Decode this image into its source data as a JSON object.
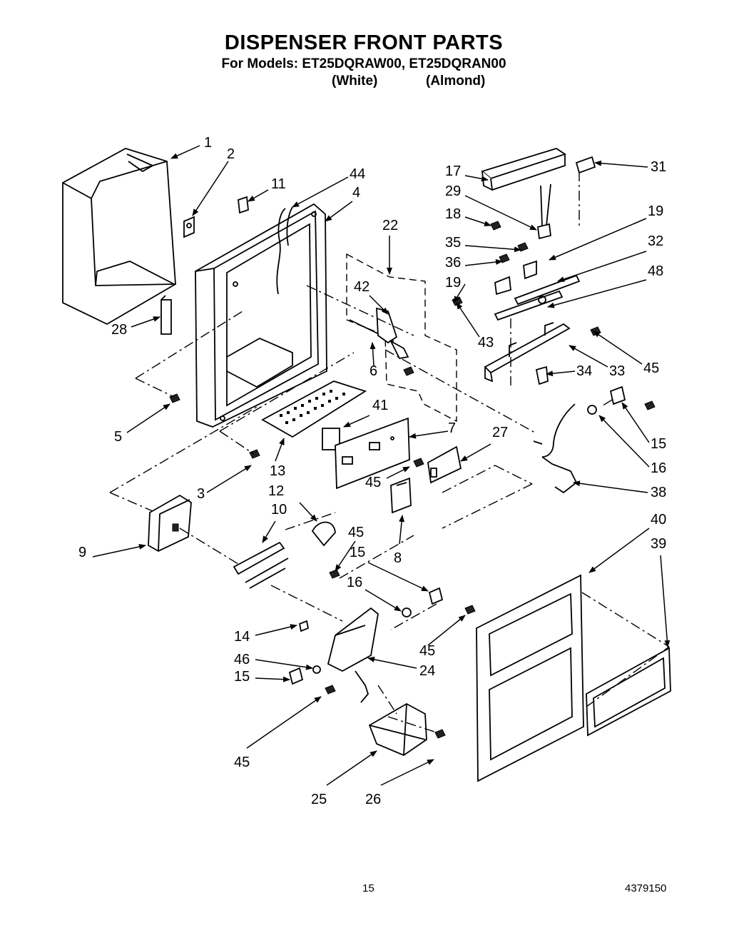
{
  "header": {
    "title": "DISPENSER FRONT PARTS",
    "models_line": "For Models: ET25DQRAW00, ET25DQRAN00",
    "variant_white": "(White)",
    "variant_almond": "(Almond)"
  },
  "callouts": [
    "1",
    "2",
    "11",
    "44",
    "4",
    "22",
    "42",
    "6",
    "43",
    "19",
    "17",
    "29",
    "31",
    "18",
    "35",
    "36",
    "32",
    "48",
    "45",
    "33",
    "34",
    "15",
    "16",
    "38",
    "40",
    "39",
    "28",
    "5",
    "13",
    "41",
    "7",
    "27",
    "45",
    "3",
    "12",
    "10",
    "45",
    "15",
    "9",
    "8",
    "16",
    "14",
    "46",
    "15",
    "24",
    "45",
    "45",
    "25",
    "26",
    "19"
  ],
  "footer": {
    "page_number": "15",
    "doc_number": "4379150"
  }
}
